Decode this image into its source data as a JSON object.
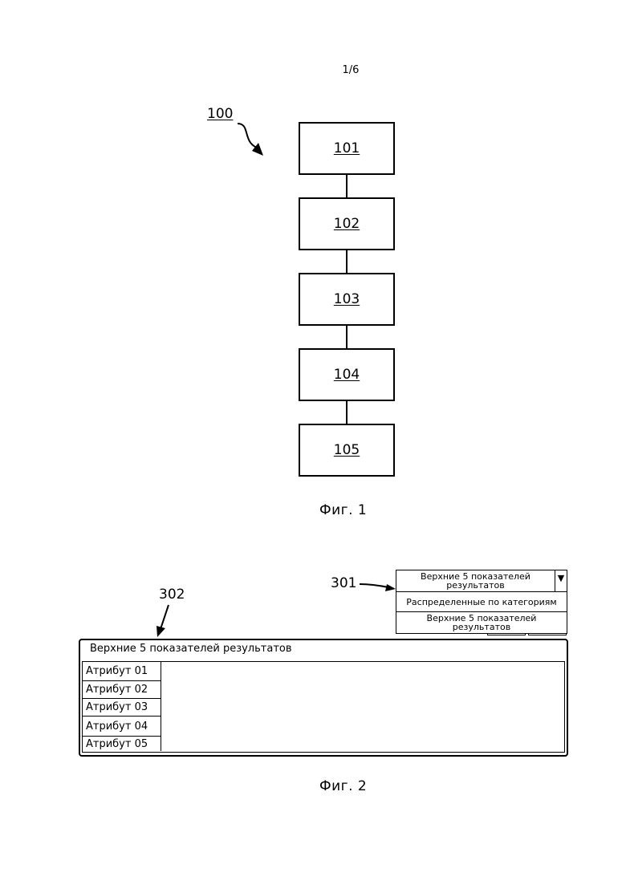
{
  "page_number": "1/6",
  "fig1": {
    "reference": "100",
    "boxes": [
      "101",
      "102",
      "103",
      "104",
      "105"
    ],
    "caption": "Фиг. 1"
  },
  "fig2": {
    "dropdown_reference": "301",
    "panel_reference": "302",
    "dropdown": {
      "selected": "Верхние 5 показателей результатов",
      "arrow": "▼",
      "options": [
        "Распределенные по категориям",
        "Верхние 5 показателей результатов"
      ]
    },
    "panel_title": "Верхние 5 показателей результатов",
    "attributes": [
      "Атрибут 01",
      "Атрибут 02",
      "Атрибут 03",
      "Атрибут 04",
      "Атрибут 05"
    ],
    "caption": "Фиг. 2"
  }
}
